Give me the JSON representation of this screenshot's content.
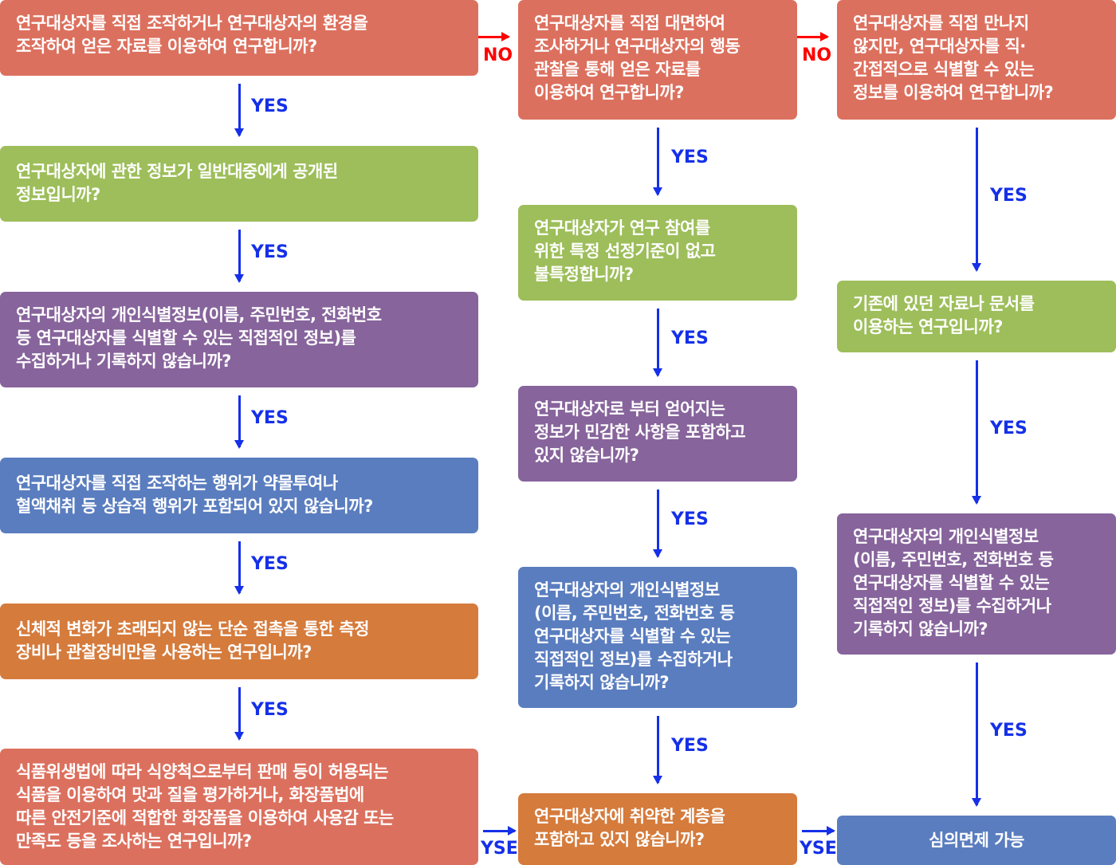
{
  "colors": {
    "red": "#dc705e",
    "green": "#9dbe5a",
    "purple": "#87649c",
    "blue": "#5a7dbf",
    "orange": "#d57b3c",
    "arrow_yes": "#1530e8",
    "arrow_no": "#ff0000"
  },
  "left": [
    "연구대상자를 직접 조작하거나 연구대상자의 환경을\n조작하여 얻은 자료를 이용하여 연구합니까?",
    "연구대상자에 관한 정보가 일반대중에게 공개된\n정보입니까?",
    "연구대상자의 개인식별정보(이름, 주민번호, 전화번호\n등 연구대상자를 식별할 수 있는 직접적인 정보)를\n수집하거나 기록하지 않습니까?",
    "연구대상자를 직접 조작하는 행위가 약물투여나\n혈액채취 등 상습적 행위가 포함되어 있지 않습니까?",
    "신체적 변화가 초래되지 않는 단순 접촉을 통한 측정\n장비나 관찰장비만을 사용하는 연구입니까?",
    "식품위생법에 따라 식양척으로부터 판매 등이 허용되는\n식품을 이용하여 맛과 질을 평가하거나, 화장품법에\n따른 안전기준에 적합한 화장품을 이용하여 사용감 또는\n만족도 등을 조사하는 연구입니까?"
  ],
  "middle": [
    "연구대상자를 직접 대면하여\n조사하거나 연구대상자의 행동\n관찰을 통해 얻은 자료를\n이용하여 연구합니까?",
    "연구대상자가 연구 참여를\n위한 특정 선정기준이 없고\n불특정합니까?",
    "연구대상자로 부터 얻어지는\n정보가 민감한 사항을 포함하고\n있지 않습니까?",
    "연구대상자의 개인식별정보\n(이름, 주민번호, 전화번호 등\n연구대상자를 식별할 수 있는\n직접적인 정보)를 수집하거나\n기록하지 않습니까?",
    "연구대상자에 취약한 계층을\n포함하고 있지 않습니까?"
  ],
  "right": [
    "연구대상자를 직접 만나지\n않지만, 연구대상자를 직·\n간접적으로 식별할 수 있는\n정보를 이용하여 연구합니까?",
    "기존에 있던 자료나 문서를\n이용하는 연구입니까?",
    "연구대상자의 개인식별정보\n(이름, 주민번호, 전화번호 등\n연구대상자를 식별할 수 있는\n직접적인 정보)를 수집하거나\n기록하지 않습니까?",
    "심의면제 가능"
  ],
  "labels": {
    "yes": "YES",
    "no": "NO",
    "yse": "YSE"
  }
}
